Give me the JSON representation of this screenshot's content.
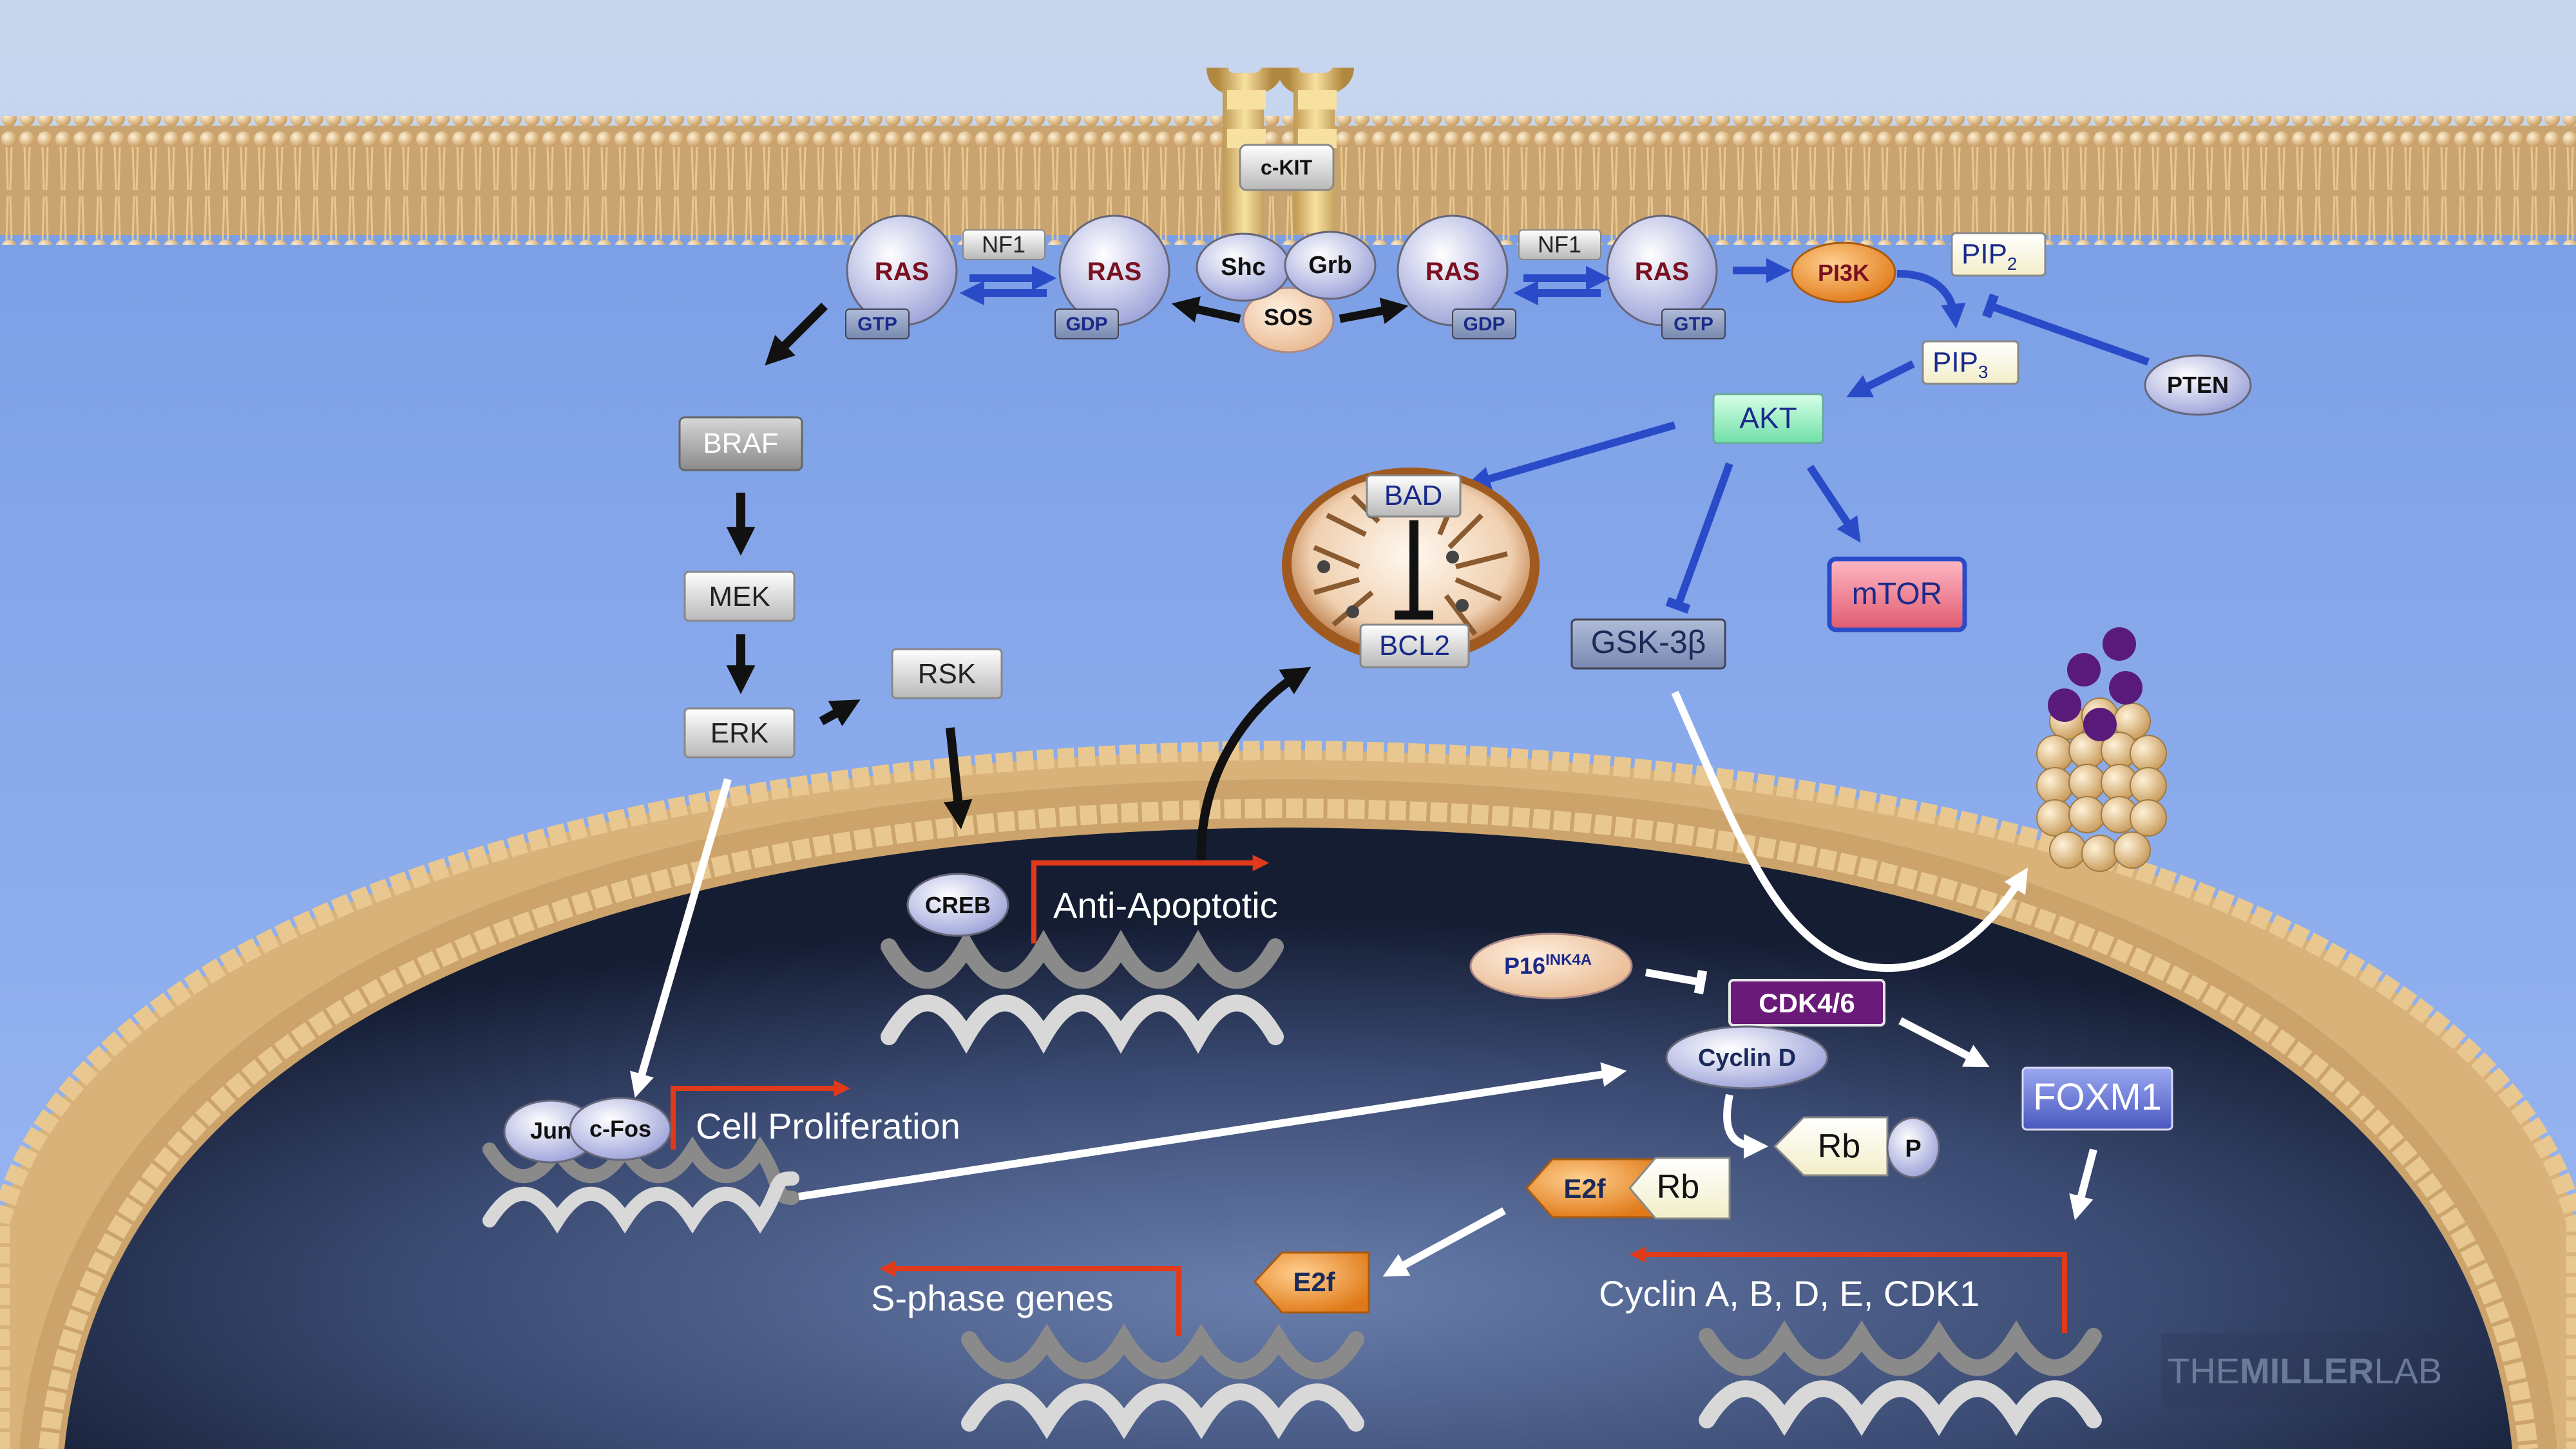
{
  "labels": {
    "ckit": "c-KIT",
    "nf1": "NF1",
    "ras": "RAS",
    "gtp": "GTP",
    "gdp": "GDP",
    "shc": "Shc",
    "grb": "Grb",
    "sos": "SOS",
    "pi3k": "PI3K",
    "pip": "PIP",
    "pip2_sub": "2",
    "pip3_sub": "3",
    "pten": "PTEN",
    "akt": "AKT",
    "bad": "BAD",
    "bcl2": "BCL2",
    "mtor": "mTOR",
    "gsk": "GSK-3β",
    "braf": "BRAF",
    "mek": "MEK",
    "erk": "ERK",
    "rsk": "RSK",
    "creb": "CREB",
    "anti_apoptotic": "Anti-Apoptotic",
    "jun": "Jun",
    "cfos": "c-Fos",
    "cell_proliferation": "Cell Proliferation",
    "p16": "P16",
    "p16_sup": "INK4A",
    "cdk46": "CDK4/6",
    "cyclin_d": "Cyclin D",
    "foxm1": "FOXM1",
    "rb": "Rb",
    "p": "P",
    "e2f": "E2f",
    "s_phase": "S-phase genes",
    "cyclins": "Cyclin A, B, D, E, CDK1",
    "watermark_light": "THE",
    "watermark_bold": "MILLER",
    "watermark_end": "LAB"
  },
  "colors": {
    "cytoplasm": "#8fb0f0",
    "membrane": "#d9b27a",
    "nucleus_dark": "#1e2a44",
    "ras_text": "#7a1020",
    "blue_arrow": "#2a4bc8",
    "red_arrow": "#e03a1a",
    "mtor_fill": "#e8788a",
    "akt_fill": "#8ff0c0",
    "cdk_fill": "#6a1a78",
    "foxm1_fill": "#6a7ad8",
    "e2f_fill": "#d8781a",
    "pi3k_fill": "#e8902a"
  }
}
